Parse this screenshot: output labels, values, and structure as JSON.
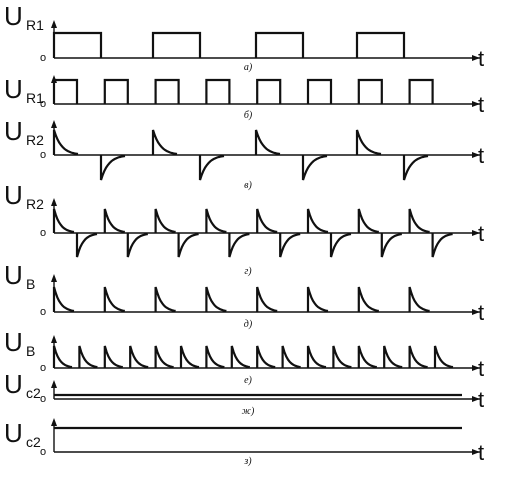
{
  "axis_label": "t",
  "zero_label": "o",
  "panels": [
    {
      "u": "U",
      "sub": "R1",
      "caption": "а)",
      "kind": "square_wide"
    },
    {
      "u": "U",
      "sub": "R1",
      "caption": "б)",
      "kind": "square_narrow"
    },
    {
      "u": "U",
      "sub": "R2",
      "caption": "в)",
      "kind": "diff_wide"
    },
    {
      "u": "U",
      "sub": "R2",
      "caption": "г)",
      "kind": "diff_narrow"
    },
    {
      "u": "U",
      "sub": "B",
      "caption": "д)",
      "kind": "pos_spikes_sparse"
    },
    {
      "u": "U",
      "sub": "B",
      "caption": "е)",
      "kind": "pos_spikes_dense"
    },
    {
      "u": "U",
      "sub": "c2",
      "caption": "ж)",
      "kind": "flat_low"
    },
    {
      "u": "U",
      "sub": "c2",
      "caption": "з)",
      "kind": "flat_mid"
    }
  ],
  "colors": {
    "ink": "#111111",
    "background": "#ffffff"
  }
}
